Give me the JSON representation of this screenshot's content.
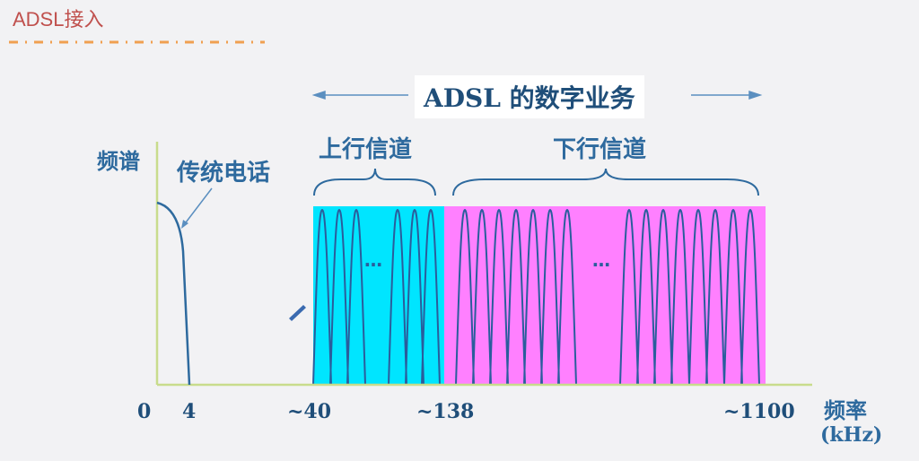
{
  "page_title": "ADSL接入",
  "banner": "ADSL 的数字业务",
  "y_axis_label": "频谱",
  "phone_label": "传统电话",
  "upstream_label": "上行信道",
  "downstream_label": "下行信道",
  "x_unit_label": "频率",
  "x_unit": "(kHz)",
  "ellipsis": "…",
  "ticks": [
    "0",
    "4",
    "~40",
    "~138",
    "~1100"
  ],
  "colors": {
    "upstream": "#00e5ff",
    "downstream": "#ff80ff",
    "wave": "#2a5d9c",
    "axis": "#c8dc8c",
    "title": "#c0504d",
    "divider": "#f0a050"
  }
}
